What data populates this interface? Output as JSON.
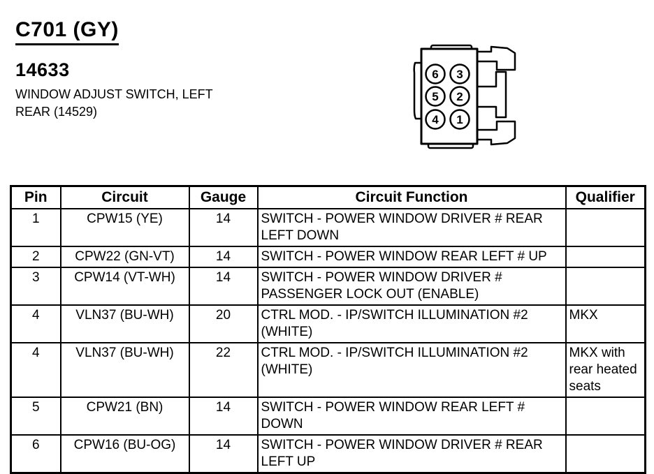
{
  "header": {
    "connector_id": "C701 (GY)",
    "part_number": "14633",
    "description": "WINDOW ADJUST SWITCH, LEFT\nREAR (14529)"
  },
  "connector": {
    "pin_labels": [
      "6",
      "3",
      "5",
      "2",
      "4",
      "1"
    ]
  },
  "table": {
    "headers": {
      "pin": "Pin",
      "circuit": "Circuit",
      "gauge": "Gauge",
      "function": "Circuit Function",
      "qualifier": "Qualifier"
    },
    "rows": [
      {
        "pin": "1",
        "circuit": "CPW15 (YE)",
        "gauge": "14",
        "function": "SWITCH - POWER WINDOW DRIVER # REAR\nLEFT DOWN",
        "qualifier": ""
      },
      {
        "pin": "2",
        "circuit": "CPW22 (GN-VT)",
        "gauge": "14",
        "function": "SWITCH - POWER WINDOW REAR LEFT # UP",
        "qualifier": ""
      },
      {
        "pin": "3",
        "circuit": "CPW14 (VT-WH)",
        "gauge": "14",
        "function": "SWITCH - POWER WINDOW DRIVER #\nPASSENGER LOCK OUT (ENABLE)",
        "qualifier": ""
      },
      {
        "pin": "4",
        "circuit": "VLN37 (BU-WH)",
        "gauge": "20",
        "function": "CTRL MOD. - IP/SWITCH ILLUMINATION #2\n(WHITE)",
        "qualifier": "MKX"
      },
      {
        "pin": "4",
        "circuit": "VLN37 (BU-WH)",
        "gauge": "22",
        "function": "CTRL MOD. - IP/SWITCH ILLUMINATION #2\n(WHITE)",
        "qualifier": "MKX with\nrear heated\nseats"
      },
      {
        "pin": "5",
        "circuit": "CPW21 (BN)",
        "gauge": "14",
        "function": "SWITCH - POWER WINDOW REAR LEFT #\nDOWN",
        "qualifier": ""
      },
      {
        "pin": "6",
        "circuit": "CPW16 (BU-OG)",
        "gauge": "14",
        "function": "SWITCH - POWER WINDOW DRIVER # REAR\nLEFT UP",
        "qualifier": ""
      }
    ]
  }
}
